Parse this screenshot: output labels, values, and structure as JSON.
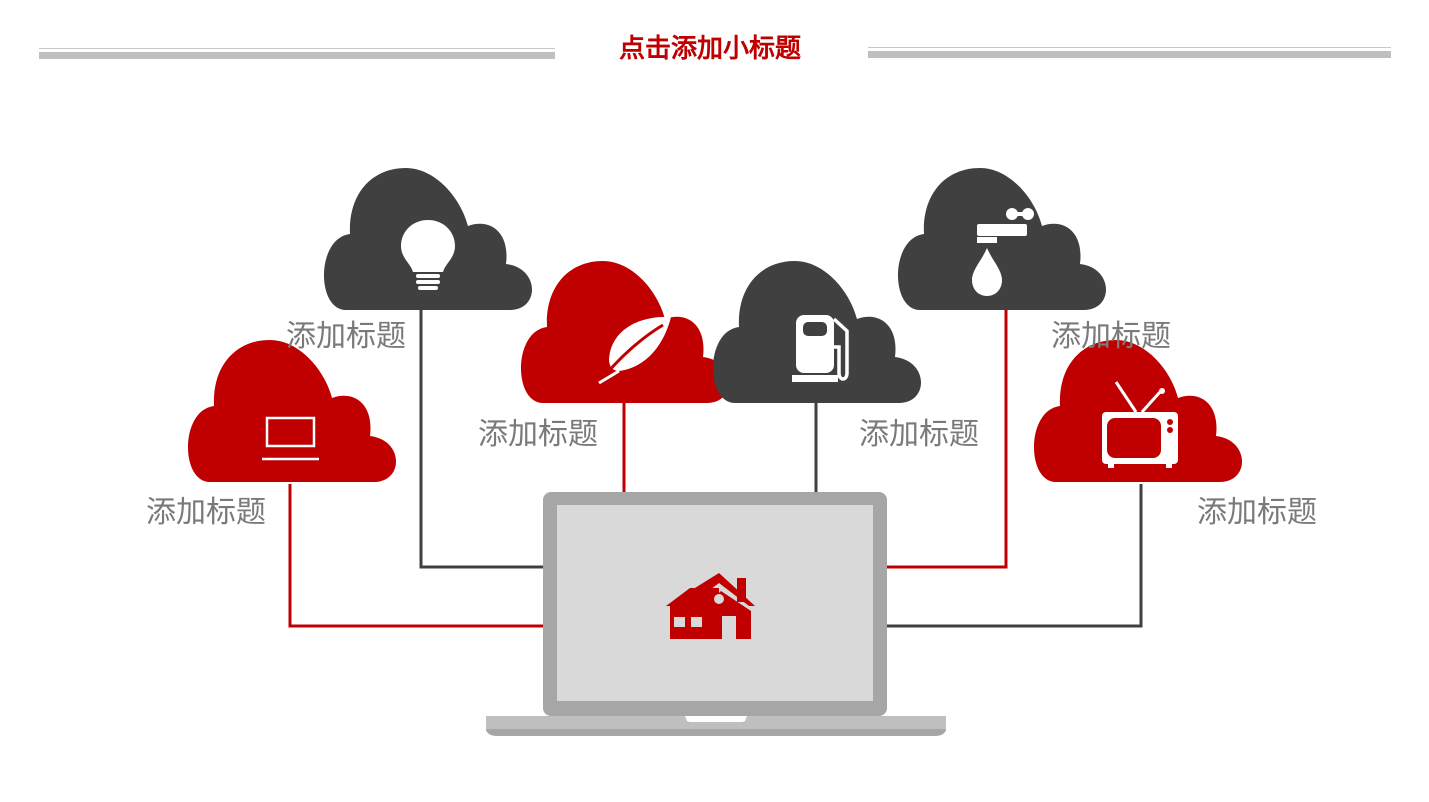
{
  "header": {
    "title": "点击添加小标题"
  },
  "colors": {
    "accent": "#c00000",
    "dark": "#404040",
    "laptop_frame": "#a6a6a6",
    "laptop_screen": "#d9d9d9"
  },
  "nodes": [
    {
      "id": "laptop",
      "label": "添加标题",
      "color": "accent",
      "icon": "laptop-icon"
    },
    {
      "id": "bulb",
      "label": "添加标题",
      "color": "dark",
      "icon": "lightbulb-icon"
    },
    {
      "id": "leaf",
      "label": "添加标题",
      "color": "accent",
      "icon": "leaf-icon"
    },
    {
      "id": "fuel",
      "label": "添加标题",
      "color": "dark",
      "icon": "fuel-pump-icon"
    },
    {
      "id": "faucet",
      "label": "添加标题",
      "color": "dark",
      "icon": "faucet-icon"
    },
    {
      "id": "tv",
      "label": "添加标题",
      "color": "accent",
      "icon": "tv-icon"
    }
  ],
  "center": {
    "icon": "house-icon",
    "device": "laptop-computer"
  }
}
